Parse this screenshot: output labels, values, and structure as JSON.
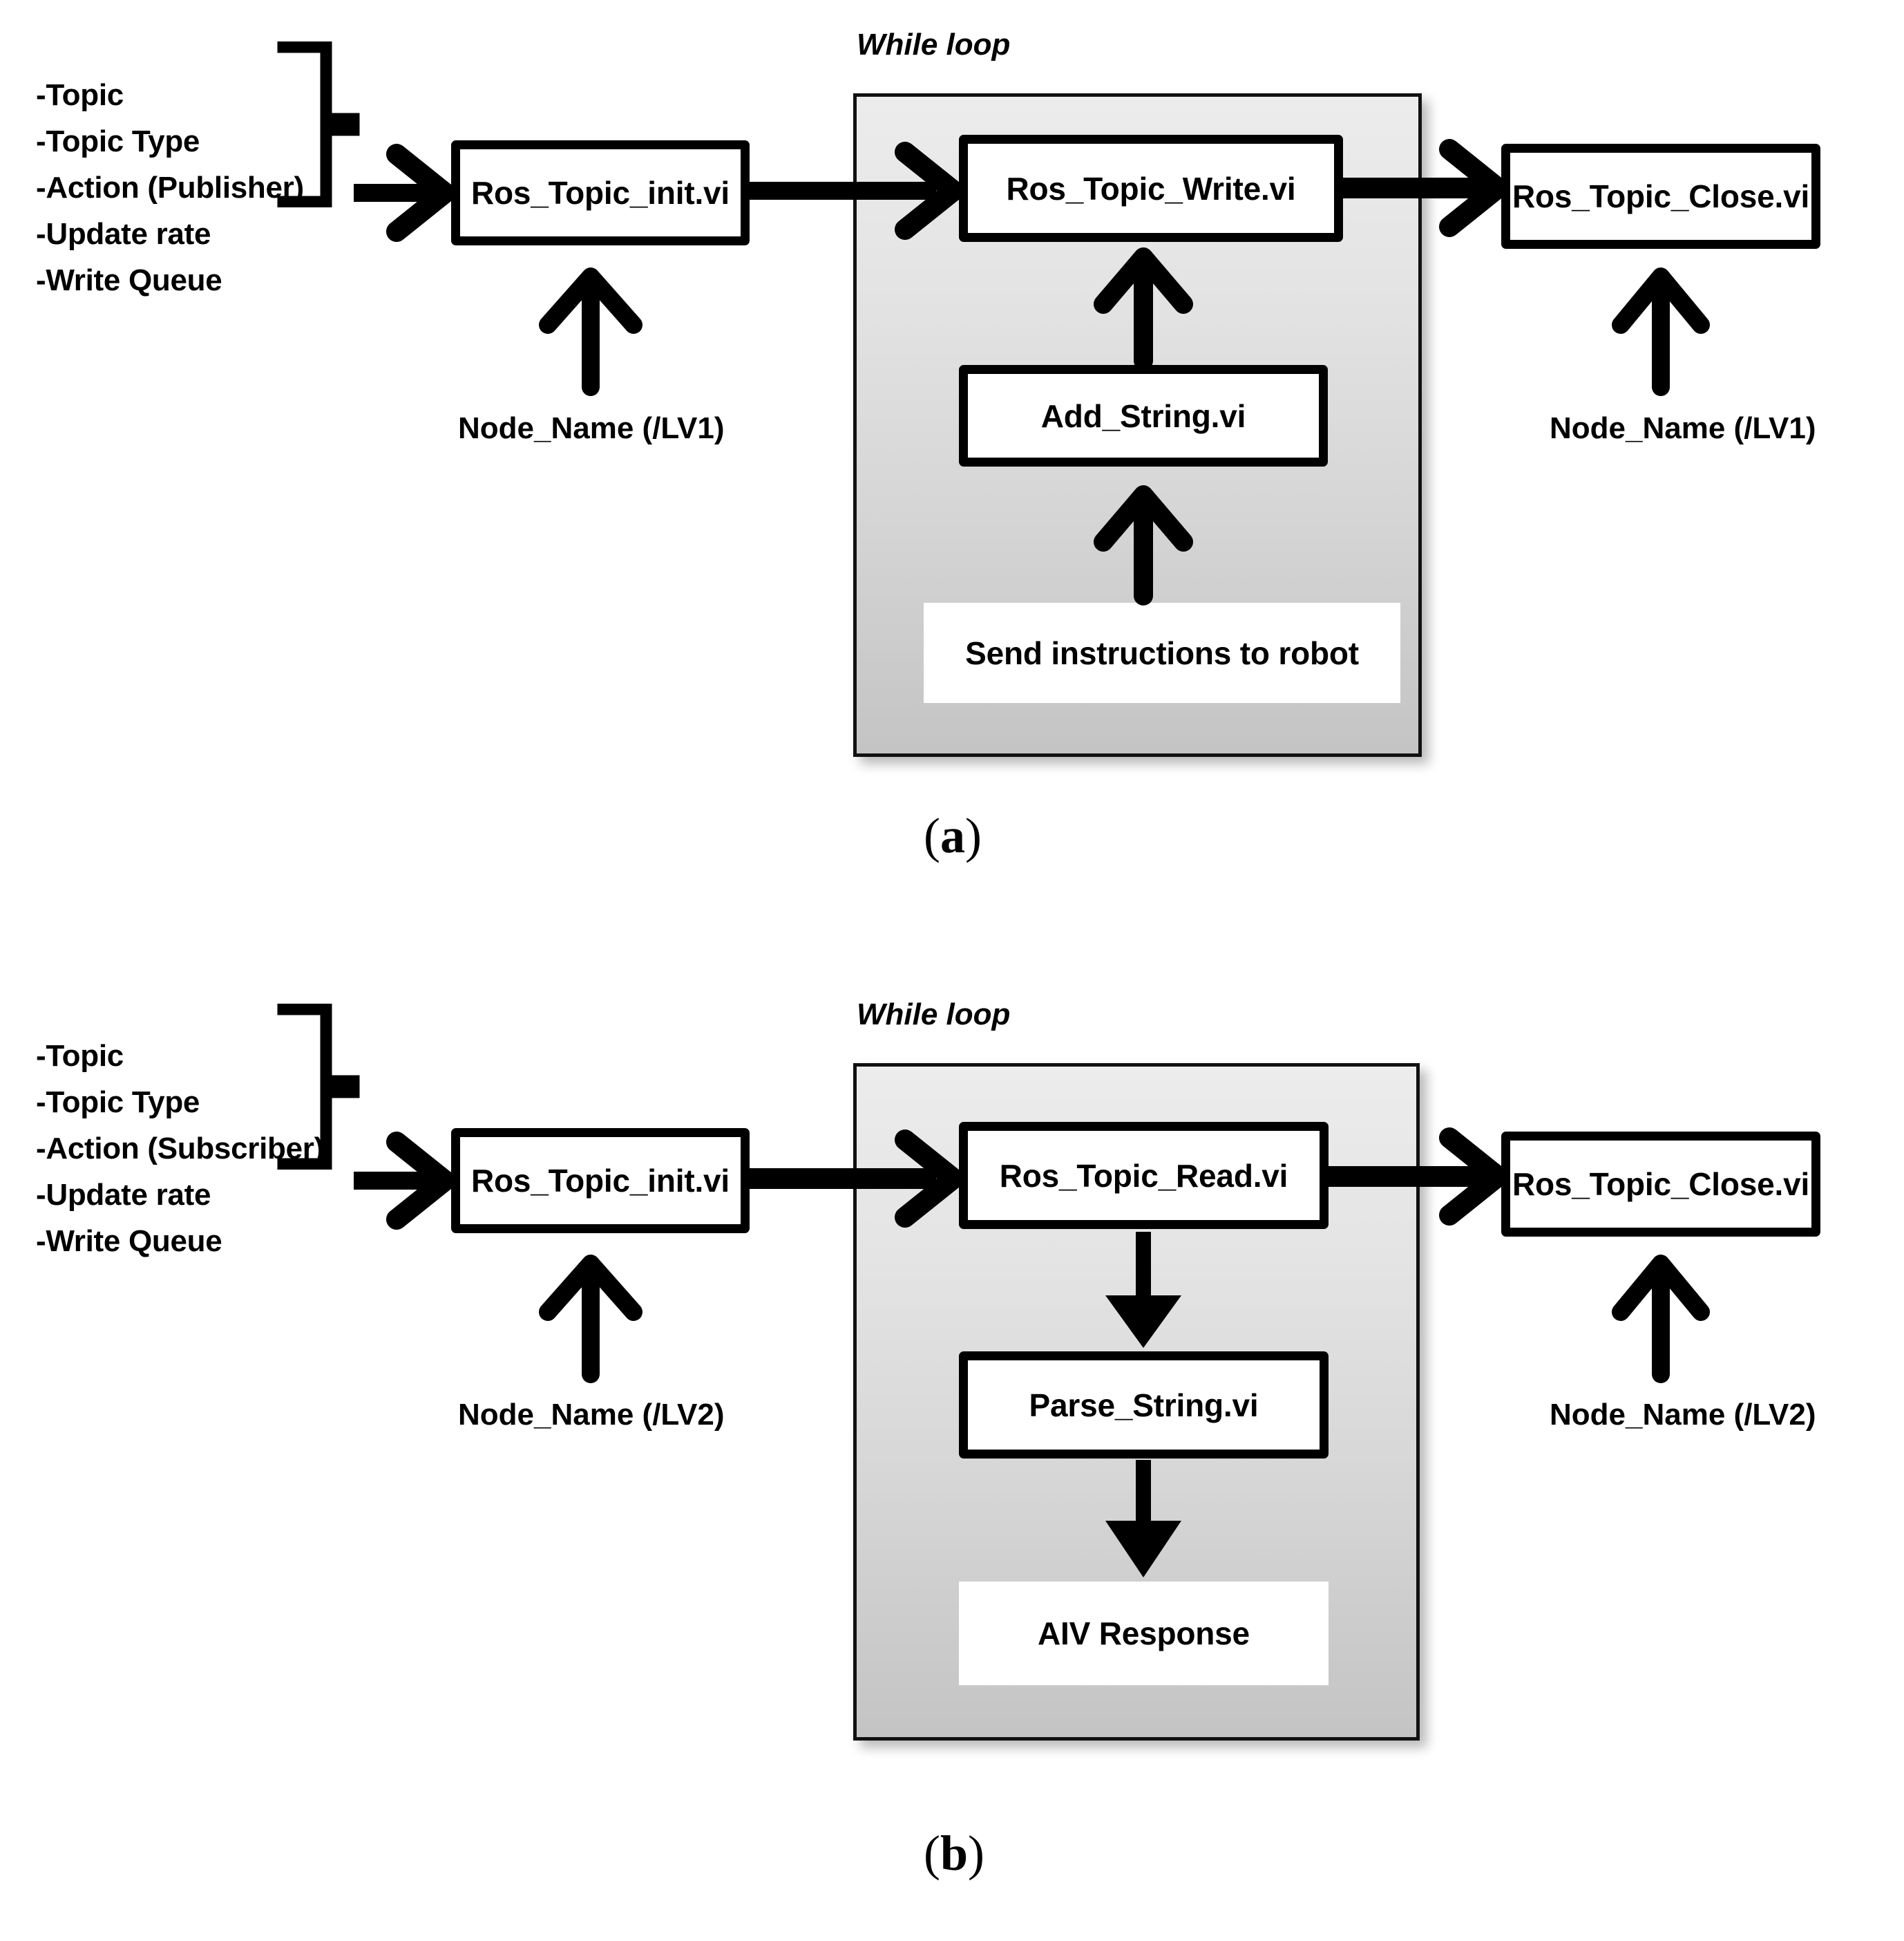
{
  "figure": {
    "panels": [
      {
        "id": "a",
        "caption": "(a)",
        "caption_letter": "a",
        "loop_label": "While loop",
        "parameters": [
          "-Topic",
          "-Topic Type",
          "-Action (Publisher)",
          "-Update rate",
          "-Write Queue"
        ],
        "init_box": "Ros_Topic_init.vi",
        "init_node_label": "Node_Name (/LV1)",
        "loop_main_box": "Ros_Topic_Write.vi",
        "loop_second_box": "Add_String.vi",
        "loop_plain_box": "Send instructions to robot",
        "close_box": "Ros_Topic_Close.vi",
        "close_node_label": "Node_Name (/LV1)"
      },
      {
        "id": "b",
        "caption": "(b)",
        "caption_letter": "b",
        "loop_label": "While loop",
        "parameters": [
          "-Topic",
          "-Topic Type",
          "-Action (Subscriber)",
          "-Update rate",
          "-Write Queue"
        ],
        "init_box": "Ros_Topic_init.vi",
        "init_node_label": "Node_Name (/LV2)",
        "loop_main_box": "Ros_Topic_Read.vi",
        "loop_second_box": "Parse_String.vi",
        "loop_plain_box": "AIV Response",
        "close_box": "Ros_Topic_Close.vi",
        "close_node_label": "Node_Name (/LV2)"
      }
    ]
  },
  "colors": {
    "stroke": "#000000",
    "panel_fill_top": "#ececec",
    "panel_fill_bottom": "#c4c4c4",
    "box_fill": "#ffffff",
    "background": "#ffffff"
  },
  "icons": {
    "brace": "curly-brace",
    "arrow_right": "arrow-right",
    "arrow_up": "arrow-up",
    "arrow_down": "arrow-down"
  }
}
